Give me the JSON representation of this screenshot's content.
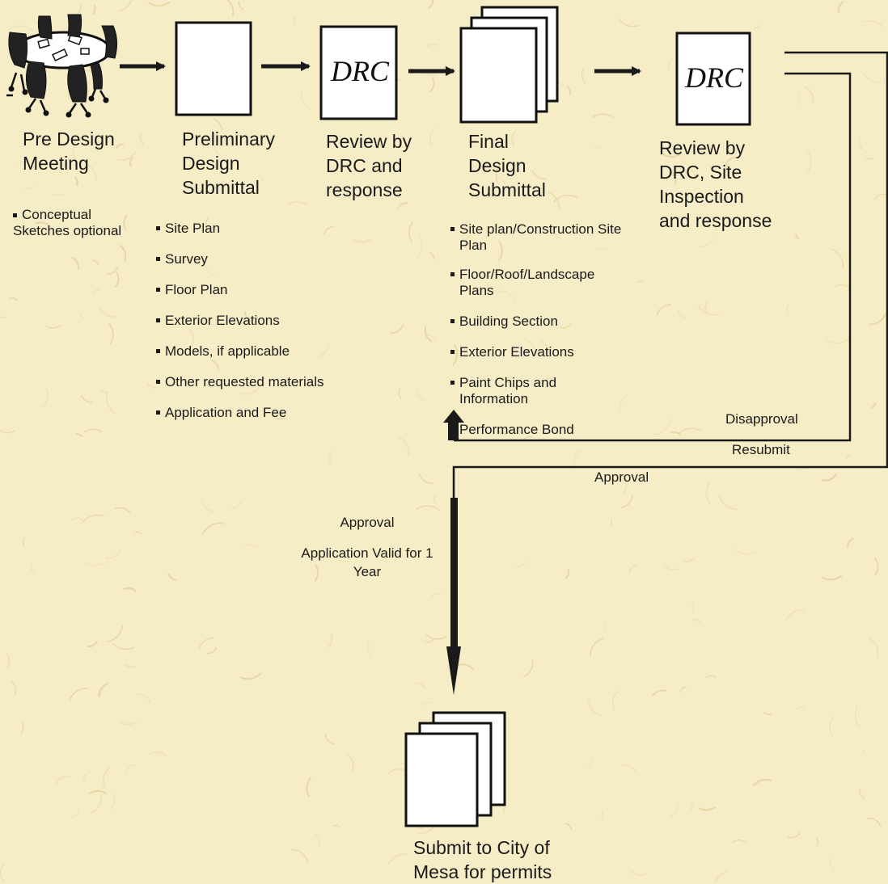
{
  "stages": [
    {
      "id": "predesign",
      "title": [
        "Pre Design",
        "Meeting"
      ],
      "notes": [
        "Conceptual",
        "Sketches optional"
      ]
    },
    {
      "id": "preliminary",
      "title": [
        "Preliminary",
        "Design",
        "Submittal"
      ],
      "items": [
        "Site Plan",
        "Survey",
        "Floor Plan",
        "Exterior Elevations",
        "Models, if applicable",
        "Other requested materials",
        "Application and Fee"
      ]
    },
    {
      "id": "review1",
      "title": [
        "Review by",
        "DRC and",
        "response"
      ],
      "doc_label": "DRC"
    },
    {
      "id": "final",
      "title": [
        "Final",
        "Design",
        "Submittal"
      ],
      "items": [
        "Site plan/Construction Site Plan",
        "Floor/Roof/Landscape Plans",
        "Building Section",
        "Exterior Elevations",
        "Paint Chips and Information",
        "Performance Bond"
      ]
    },
    {
      "id": "review2",
      "title": [
        "Review by",
        "DRC, Site",
        "Inspection",
        "and response"
      ],
      "doc_label": "DRC"
    },
    {
      "id": "submit",
      "title": [
        "Submit to City of",
        "Mesa for permits"
      ]
    }
  ],
  "flow_labels": {
    "disapproval": "Disapproval",
    "resubmit": "Resubmit",
    "approval_top": "Approval",
    "approval_main": "Approval",
    "validity": [
      "Application Valid for 1",
      "Year"
    ]
  },
  "icons": [
    "meeting-table-icon",
    "document-icon",
    "drc-document-icon",
    "document-stack-icon"
  ],
  "colors": {
    "background": "#f6ecc6",
    "ink": "#1a1a1a"
  }
}
